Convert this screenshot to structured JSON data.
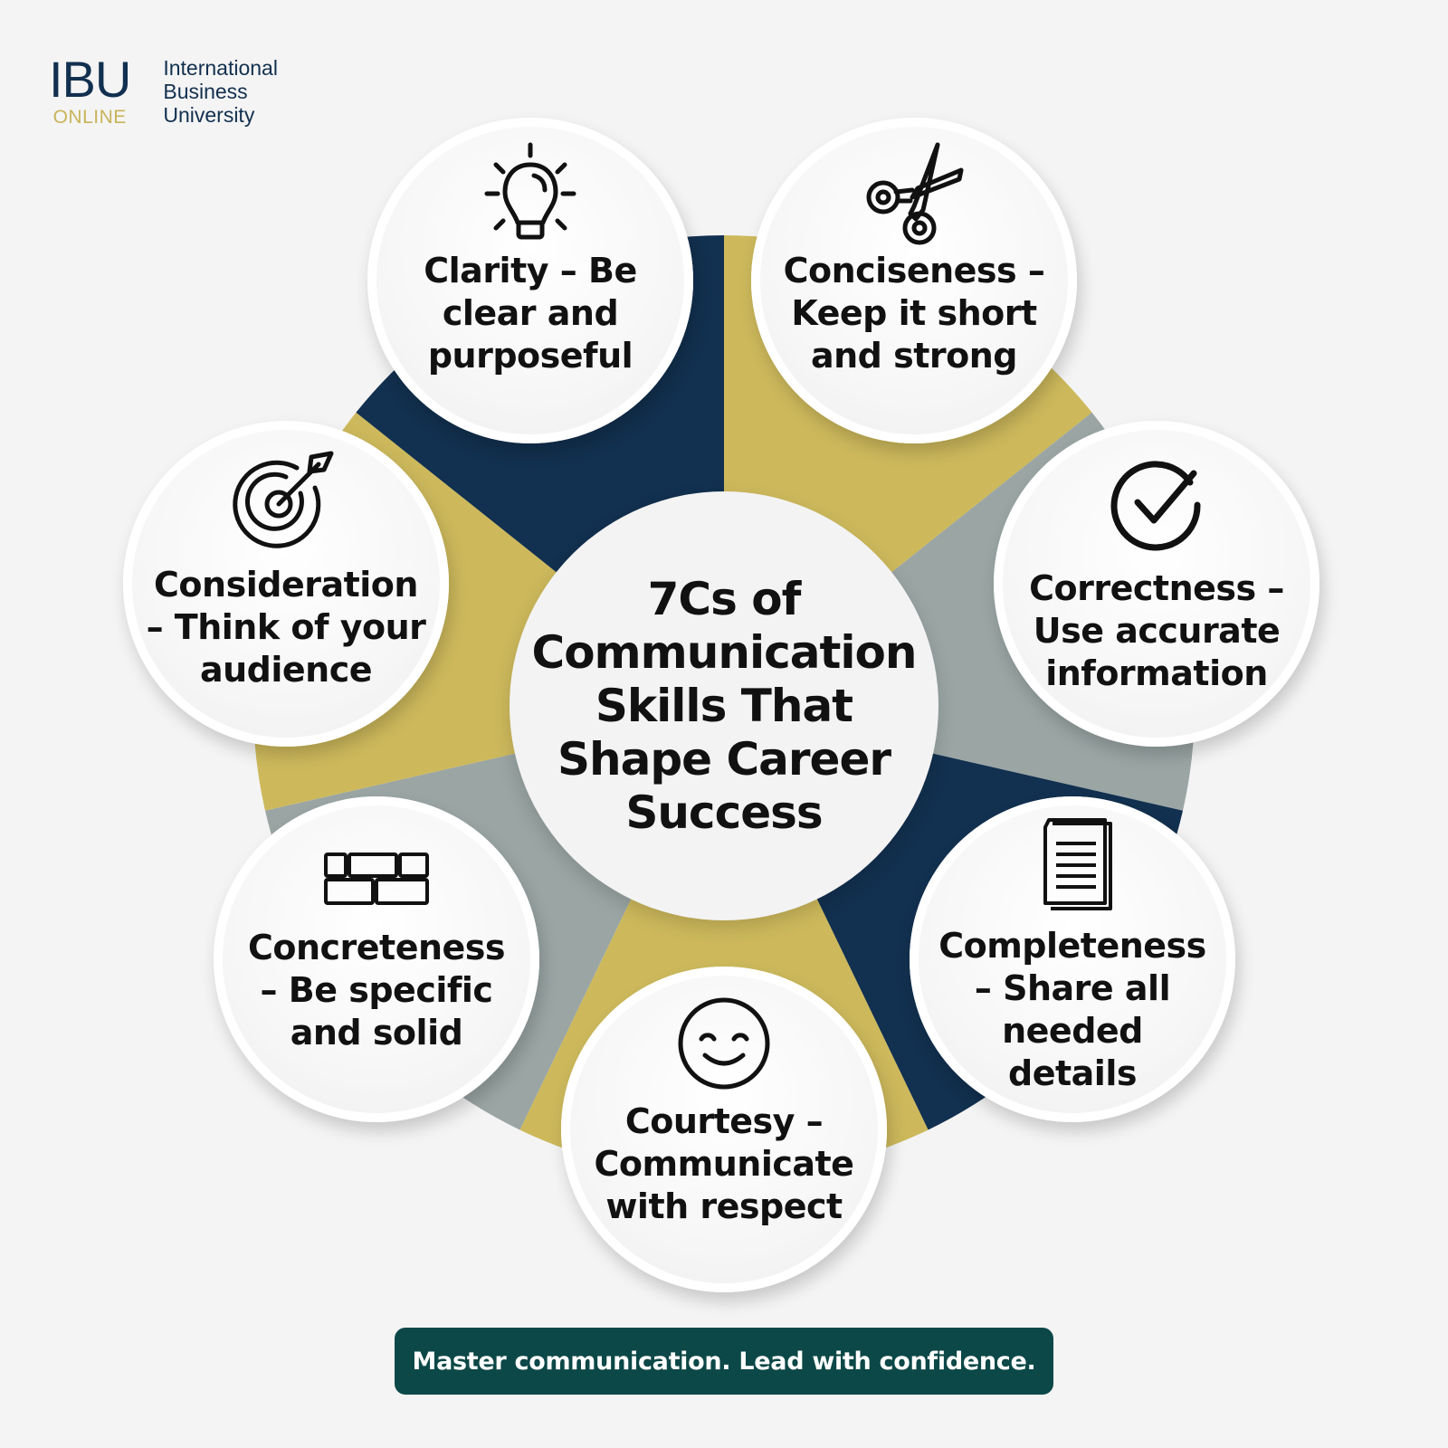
{
  "logo": {
    "mark": "IBU",
    "sub": "ONLINE",
    "name_lines": [
      "International",
      "Business",
      "University"
    ]
  },
  "center": {
    "title": "7Cs of Communication Skills That Shape Career Success"
  },
  "colors": {
    "navy": "#12304f",
    "gold": "#cdb95c",
    "gray": "#9aa5a4",
    "teal_banner": "#0c4847",
    "background": "#f4f4f4"
  },
  "items": [
    {
      "name": "Clarity",
      "label": "Clarity – Be clear and purposeful",
      "icon": "lightbulb-icon",
      "wedge_color": "navy"
    },
    {
      "name": "Conciseness",
      "label": "Conciseness – Keep it short and strong",
      "icon": "scissors-icon",
      "wedge_color": "gold"
    },
    {
      "name": "Correctness",
      "label": "Correctness – Use accurate information",
      "icon": "checkmark-circle-icon",
      "wedge_color": "gray"
    },
    {
      "name": "Completeness",
      "label": "Completeness – Share all needed details",
      "icon": "document-icon",
      "wedge_color": "navy"
    },
    {
      "name": "Courtesy",
      "label": "Courtesy – Communicate with respect",
      "icon": "smiley-icon",
      "wedge_color": "gold"
    },
    {
      "name": "Concreteness",
      "label": "Concreteness – Be specific and solid",
      "icon": "bricks-icon",
      "wedge_color": "gray"
    },
    {
      "name": "Consideration",
      "label": "Consideration – Think of your audience",
      "icon": "target-icon",
      "wedge_color": "gold"
    }
  ],
  "tagline": "Master communication. Lead with confidence."
}
